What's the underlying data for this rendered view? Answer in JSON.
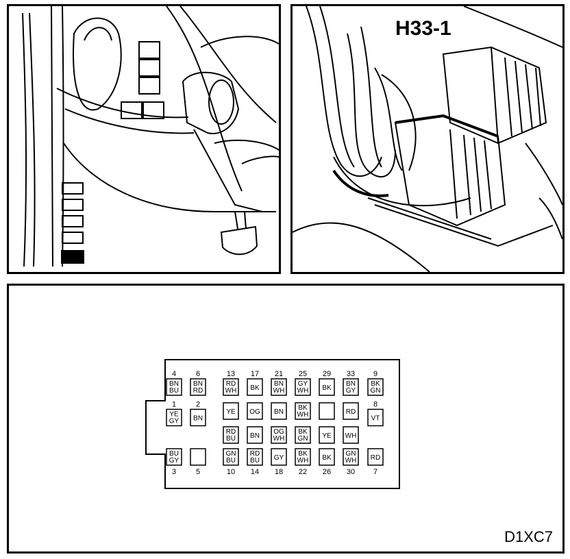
{
  "connector": {
    "title": "H33-1",
    "code": "D1XC7"
  },
  "pins": [
    {
      "num": "4",
      "colors": [
        "BN",
        "BU"
      ],
      "row": 0,
      "col": 0
    },
    {
      "num": "6",
      "colors": [
        "BN",
        "RD"
      ],
      "row": 0,
      "col": 1
    },
    {
      "num": "13",
      "colors": [
        "RD",
        "WH"
      ],
      "row": 0,
      "col": 2
    },
    {
      "num": "17",
      "colors": [
        "BK"
      ],
      "row": 0,
      "col": 3
    },
    {
      "num": "21",
      "colors": [
        "BN",
        "WH"
      ],
      "row": 0,
      "col": 4
    },
    {
      "num": "25",
      "colors": [
        "GY",
        "WH"
      ],
      "row": 0,
      "col": 5
    },
    {
      "num": "29",
      "colors": [
        "BK"
      ],
      "row": 0,
      "col": 6
    },
    {
      "num": "33",
      "colors": [
        "BN",
        "GY"
      ],
      "row": 0,
      "col": 7
    },
    {
      "num": "9",
      "colors": [
        "BK",
        "GN"
      ],
      "row": 0,
      "col": 8
    },
    {
      "num": "1",
      "colors": [
        "YE",
        "GY"
      ],
      "row": 1.5,
      "col": 0
    },
    {
      "num": "2",
      "colors": [
        "BN"
      ],
      "row": 1.5,
      "col": 1
    },
    {
      "num": "",
      "colors": [
        "YE"
      ],
      "row": 1,
      "col": 2
    },
    {
      "num": "",
      "colors": [
        "OG"
      ],
      "row": 1,
      "col": 3
    },
    {
      "num": "",
      "colors": [
        "BN"
      ],
      "row": 1,
      "col": 4
    },
    {
      "num": "",
      "colors": [
        "BK",
        "WH"
      ],
      "row": 1,
      "col": 5
    },
    {
      "num": "",
      "colors": [],
      "row": 1,
      "col": 6
    },
    {
      "num": "",
      "colors": [
        "RD"
      ],
      "row": 1,
      "col": 7
    },
    {
      "num": "8",
      "colors": [
        "VT"
      ],
      "row": 1.5,
      "col": 8
    },
    {
      "num": "",
      "colors": [
        "RD",
        "BU"
      ],
      "row": 2,
      "col": 2
    },
    {
      "num": "",
      "colors": [
        "BN"
      ],
      "row": 2,
      "col": 3
    },
    {
      "num": "",
      "colors": [
        "OG",
        "WH"
      ],
      "row": 2,
      "col": 4
    },
    {
      "num": "",
      "colors": [
        "BK",
        "GN"
      ],
      "row": 2,
      "col": 5
    },
    {
      "num": "",
      "colors": [
        "YE"
      ],
      "row": 2,
      "col": 6
    },
    {
      "num": "",
      "colors": [
        "WH"
      ],
      "row": 2,
      "col": 7
    },
    {
      "num": "3",
      "colors": [
        "BU",
        "GY"
      ],
      "row": 3,
      "col": 0
    },
    {
      "num": "5",
      "colors": [],
      "row": 3,
      "col": 1
    },
    {
      "num": "10",
      "colors": [
        "GN",
        "BU"
      ],
      "row": 3,
      "col": 2
    },
    {
      "num": "14",
      "colors": [
        "RD",
        "BU"
      ],
      "row": 3,
      "col": 3
    },
    {
      "num": "18",
      "colors": [
        "GY"
      ],
      "row": 3,
      "col": 4
    },
    {
      "num": "22",
      "colors": [
        "BK",
        "WH"
      ],
      "row": 3,
      "col": 5
    },
    {
      "num": "26",
      "colors": [
        "BK"
      ],
      "row": 3,
      "col": 6
    },
    {
      "num": "30",
      "colors": [
        "GN",
        "WH"
      ],
      "row": 3,
      "col": 7
    },
    {
      "num": "7",
      "colors": [
        "RD"
      ],
      "row": 3,
      "col": 8
    }
  ]
}
